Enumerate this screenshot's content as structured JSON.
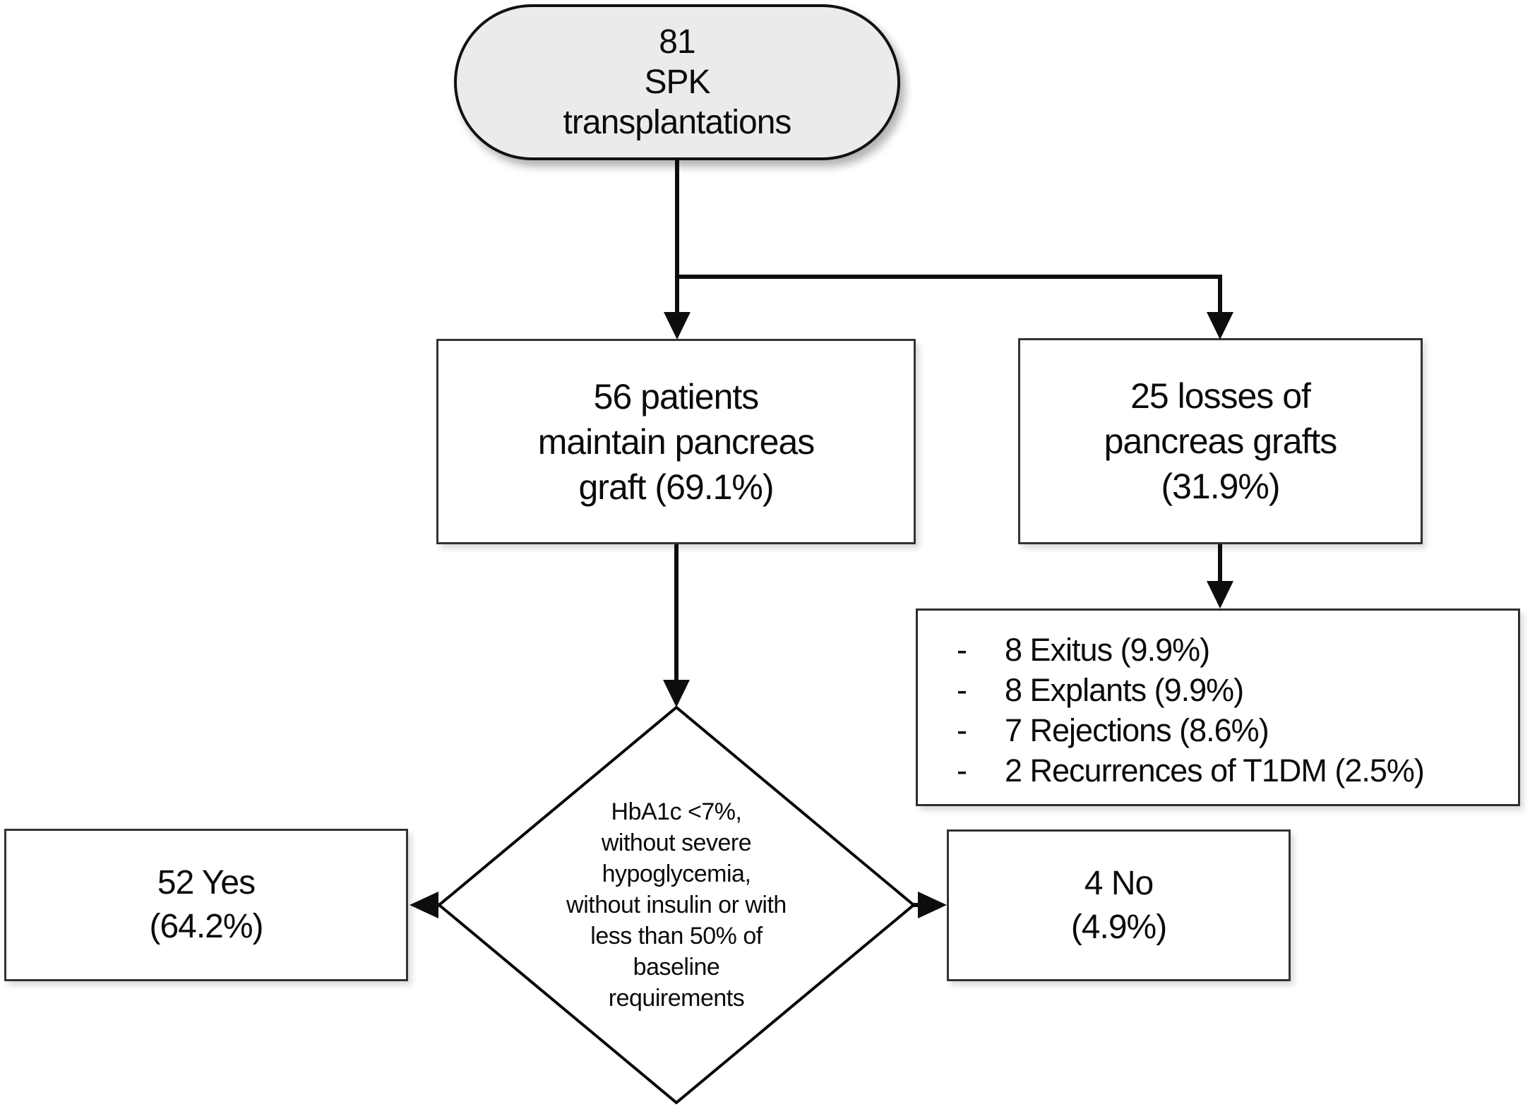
{
  "flowchart": {
    "root": {
      "text": "81\nSPK\ntransplantations"
    },
    "maintain_box": {
      "text": "56 patients\nmaintain pancreas\ngraft (69.1%)"
    },
    "losses_box": {
      "text": "25 losses of\npancreas grafts\n(31.9%)"
    },
    "breakdown_box": {
      "bullet": "-",
      "items": [
        "8 Exitus (9.9%)",
        "8 Explants (9.9%)",
        "7 Rejections (8.6%)",
        "2 Recurrences of T1DM (2.5%)"
      ]
    },
    "decision_diamond": {
      "text": "HbA1c <7%,\nwithout severe\nhypoglycemia,\nwithout insulin or with\nless than 50% of\nbaseline\nrequirements"
    },
    "yes_box": {
      "text": "52 Yes\n(64.2%)"
    },
    "no_box": {
      "text": "4 No\n(4.9%)"
    },
    "colors": {
      "root_fill": "#ebebeb",
      "node_fill": "#ffffff",
      "node_border": "#333333",
      "connector": "#0d0d0d",
      "text": "#0b0b0b"
    }
  }
}
